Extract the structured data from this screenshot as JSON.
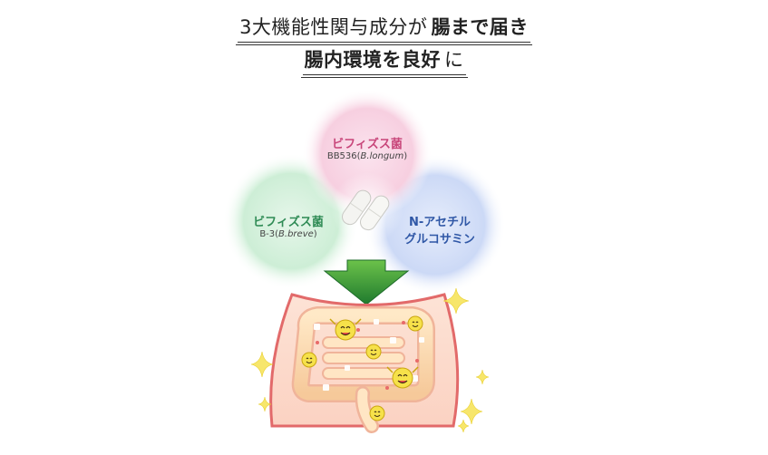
{
  "headline": {
    "line1_regular": "3大機能性関与成分が",
    "line1_bold": "腸まで届き",
    "line2_bold": "腸内環境を良好",
    "line2_regular": "に"
  },
  "ingredients": {
    "top": {
      "name": "ビフィズス菌",
      "strain_prefix": "BB536(",
      "strain_italic": "B.longum",
      "strain_suffix": ")",
      "color": "#c8467a"
    },
    "left": {
      "name": "ビフィズス菌",
      "strain_prefix": "B-3(",
      "strain_italic": "B.breve",
      "strain_suffix": ")",
      "color": "#2f8b55"
    },
    "right": {
      "name_line1": "N-アセチル",
      "name_line2": "グルコサミン",
      "color": "#2f57a6"
    }
  },
  "icons": [
    "capsule-icon",
    "down-arrow-icon",
    "intestine-illustration",
    "smiley-bacteria-icon",
    "sparkle-icon"
  ]
}
